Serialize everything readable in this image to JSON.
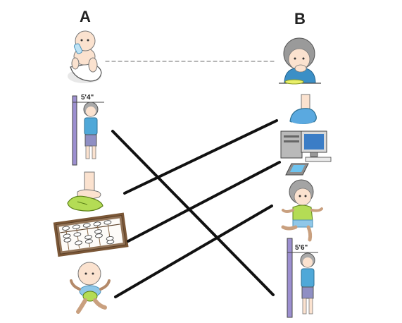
{
  "columns": {
    "a_heading": "A",
    "b_heading": "B"
  },
  "column_a": [
    {
      "id": "a1",
      "icon": "baby-drinking-bottle-icon"
    },
    {
      "id": "a2",
      "icon": "short-child-height-chart-icon",
      "height_label": "5'4\""
    },
    {
      "id": "a3",
      "icon": "bare-foot-on-shoe-icon"
    },
    {
      "id": "a4",
      "icon": "abacus-icon"
    },
    {
      "id": "a5",
      "icon": "baby-learning-to-walk-icon"
    }
  ],
  "column_b": [
    {
      "id": "b1",
      "icon": "boy-eating-icon"
    },
    {
      "id": "b2",
      "icon": "foot-in-sneaker-icon"
    },
    {
      "id": "b3",
      "icon": "desktop-computer-icon"
    },
    {
      "id": "b4",
      "icon": "child-walking-icon"
    },
    {
      "id": "b5",
      "icon": "tall-child-height-chart-icon",
      "height_label": "5'6\""
    }
  ],
  "connections": [
    {
      "from": "a1",
      "to": "b1",
      "style": "dashed",
      "color": "#8a8a8a"
    },
    {
      "from": "a2",
      "to": "b5",
      "style": "solid",
      "color": "#111111"
    },
    {
      "from": "a3",
      "to": "b2",
      "style": "solid",
      "color": "#111111"
    },
    {
      "from": "a4",
      "to": "b3",
      "style": "solid",
      "color": "#111111"
    },
    {
      "from": "a5",
      "to": "b4",
      "style": "solid",
      "color": "#111111"
    }
  ]
}
